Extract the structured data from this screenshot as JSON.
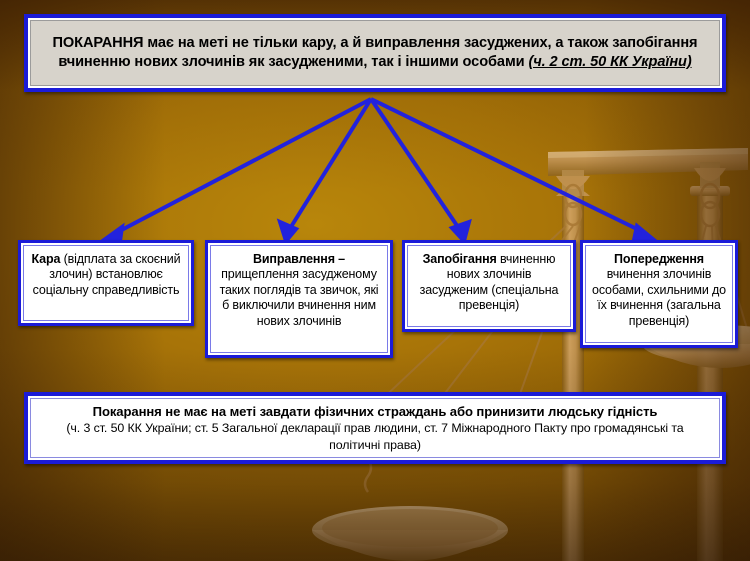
{
  "slide": {
    "title_statement": {
      "lead": "ПОКАРАННЯ",
      "body": " має на меті  не тільки кару, а й виправлення засуджених, а також запобігання вчиненню нових злочинів як засудженими, так і іншими особами ",
      "citation": "(ч. 2 ст. 50 КК України)"
    },
    "cards": [
      {
        "id": "kara",
        "heading": "Кара",
        "body": " (відплата за скоєний злочин) встановлює соціальну справедливість"
      },
      {
        "id": "vypravlennya",
        "heading": "Виправлення –",
        "body": " прищеплення засудженому таких поглядів та звичок, які б виключили вчинення ним нових злочинів"
      },
      {
        "id": "zapobihannya",
        "heading": "Запобігання",
        "body": " вчиненню нових злочинів засудженим (спеціальна превенція)"
      },
      {
        "id": "poperedzhennya",
        "heading": "Попередження",
        "body": " вчинення злочинів особами, схильними до їх вчинення (загальна превенція)"
      }
    ],
    "bottom_statement": {
      "lead": "Покарання не має на меті завдати фізичних страждань або принизити людську гідність",
      "body": "(ч. 3 ст. 50 КК України; ст. 5 Загальної декларації прав людини, ст. 7 Міжнародного Пакту про громадянські та політичні права)"
    },
    "colors": {
      "border_blue": "#1b1bd8",
      "panel_white": "#ffffff",
      "top_panel_gray": "#d7d3cb",
      "background_amber": "#b8860b",
      "background_brown": "#6d4103",
      "arrow_blue": "#2222dd",
      "text_black": "#000000"
    },
    "decoration": {
      "background_image": "scales-of-justice"
    }
  }
}
